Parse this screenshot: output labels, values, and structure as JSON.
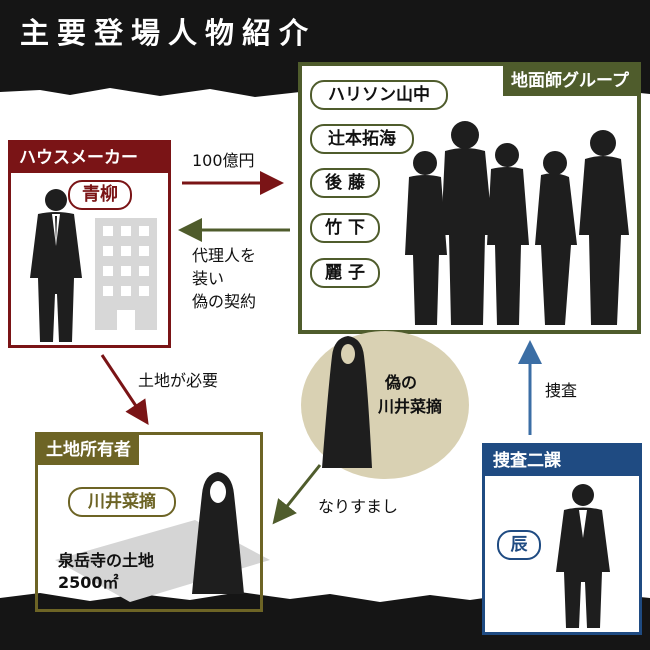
{
  "title": "主要登場人物紹介",
  "colors": {
    "maker": "#7a1416",
    "group": "#4f5c2c",
    "owner": "#6d6425",
    "police": "#1f4b82",
    "circle": "#d9d1b3"
  },
  "house_maker": {
    "header": "ハウスメーカー",
    "name": "青柳"
  },
  "land_group": {
    "header": "地面師グループ",
    "members": [
      "ハリソン山中",
      "辻本拓海",
      "後 藤",
      "竹 下",
      "麗 子"
    ]
  },
  "land_owner": {
    "header": "土地所有者",
    "name": "川井菜摘",
    "land_label_line1": "泉岳寺の土地",
    "land_label_line2": "2500㎡"
  },
  "police": {
    "header": "捜査二課",
    "name": "辰"
  },
  "impostor": {
    "line1": "偽の",
    "line2": "川井菜摘"
  },
  "arrows": {
    "payment": "100億円",
    "agent_line1": "代理人を",
    "agent_line2": "装い",
    "agent_line3": "偽の契約",
    "need_land": "土地が必要",
    "impersonation": "なりすまし",
    "investigation": "捜査"
  }
}
